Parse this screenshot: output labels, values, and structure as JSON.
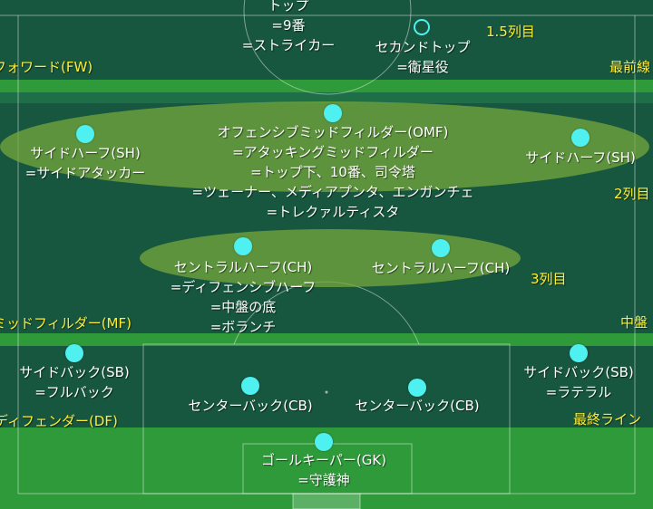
{
  "colors": {
    "pitch_dark": "#17563f",
    "pitch_stripe": "#1e6e47",
    "pitch_bright": "#2f9a3a",
    "zone_highlight": "#78aa3c",
    "player_dot": "#4ff0f0",
    "zone_label": "#ffee33",
    "position_label": "#ffffff"
  },
  "zone_labels": {
    "forward": "フォワード(FW)",
    "front_line": "最前線",
    "row_1_5": "1.5列目",
    "row_2": "2列目",
    "row_3": "3列目",
    "midfielder": "ミッドフィルダー(MF)",
    "midfield": "中盤",
    "defender": "ディフェンダー(DF)",
    "last_line": "最終ライン"
  },
  "positions": {
    "top": [
      "トップ",
      "=9番",
      "=ストライカー"
    ],
    "second_top": [
      "セカンドトップ",
      "=衛星役"
    ],
    "omf": [
      "オフェンシブミッドフィルダー(OMF)",
      "=アタッキングミッドフィルダー",
      "=トップ下、10番、司令塔",
      "=ツェーナー、メディアプンタ、エンガンチェ",
      "=トレクァルティスタ"
    ],
    "side_half_left": [
      "サイドハーフ(SH)",
      "=サイドアタッカー"
    ],
    "side_half_right": [
      "サイドハーフ(SH)"
    ],
    "center_half_left": [
      "セントラルハーフ(CH)",
      "=ディフェンシブハーフ",
      "=中盤の底",
      "=ボランチ"
    ],
    "center_half_right": [
      "セントラルハーフ(CH)"
    ],
    "side_back_left": [
      "サイドバック(SB)",
      "=フルバック"
    ],
    "side_back_right": [
      "サイドバック(SB)",
      "=ラテラル"
    ],
    "center_back_left": [
      "センターバック(CB)"
    ],
    "center_back_right": [
      "センターバック(CB)"
    ],
    "goalkeeper": [
      "ゴールキーパー(GK)",
      "=守護神"
    ]
  }
}
